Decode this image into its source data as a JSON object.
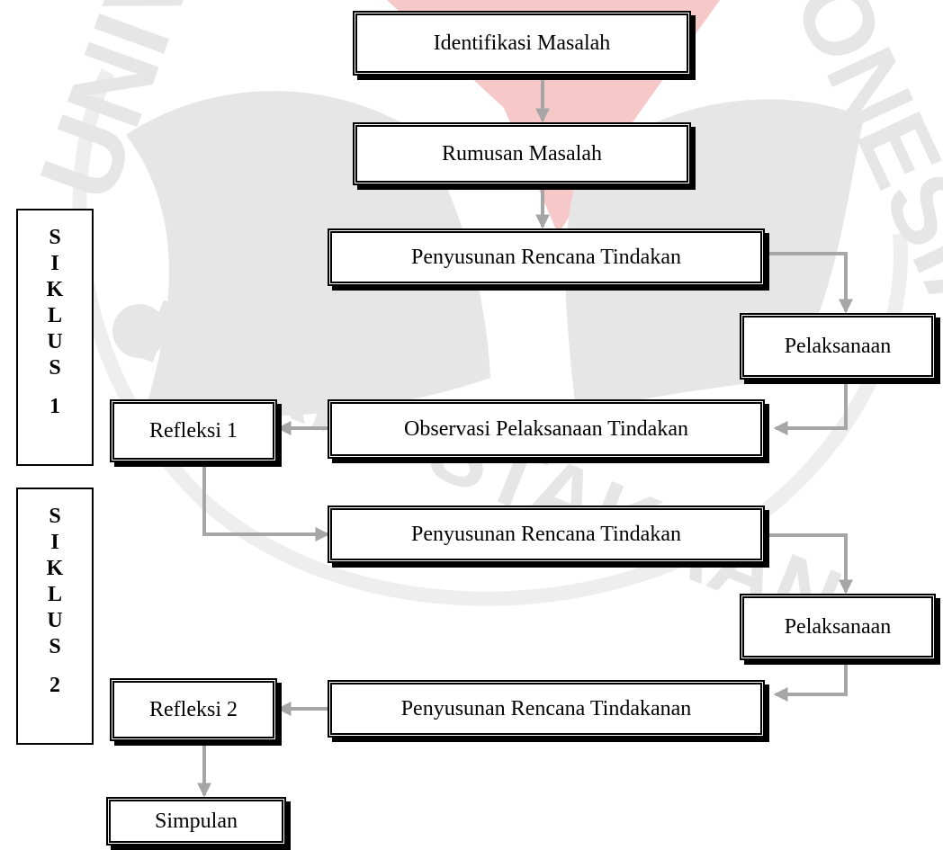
{
  "colors": {
    "border": "#000000",
    "arrow": "#a6a6a6",
    "watermark_red": "#f6c8c8",
    "watermark_gray": "#e6e6e6",
    "background": "#ffffff"
  },
  "watermark": {
    "arc_left": "UNIVE",
    "arc_right": "ONESIA",
    "arc_bottom": "PERPUSTAKAAN"
  },
  "flowchart": {
    "identifikasi": "Identifikasi Masalah",
    "rumusan": "Rumusan Masalah",
    "rencana_1": "Penyusunan Rencana Tindakan",
    "pelaksanaan_1": "Pelaksanaan",
    "observasi_1": "Observasi Pelaksanaan Tindakan",
    "refleksi_1": "Refleksi 1",
    "rencana_2": "Penyusunan Rencana Tindakan",
    "pelaksanaan_2": "Pelaksanaan",
    "observasi_2": "Penyusunan Rencana Tindakanan",
    "refleksi_2": "Refleksi 2",
    "simpulan": "Simpulan"
  },
  "siklus_1": {
    "letters": [
      "S",
      "I",
      "K",
      "L",
      "U",
      "S"
    ],
    "number": "1"
  },
  "siklus_2": {
    "letters": [
      "S",
      "I",
      "K",
      "L",
      "U",
      "S"
    ],
    "number": "2"
  }
}
